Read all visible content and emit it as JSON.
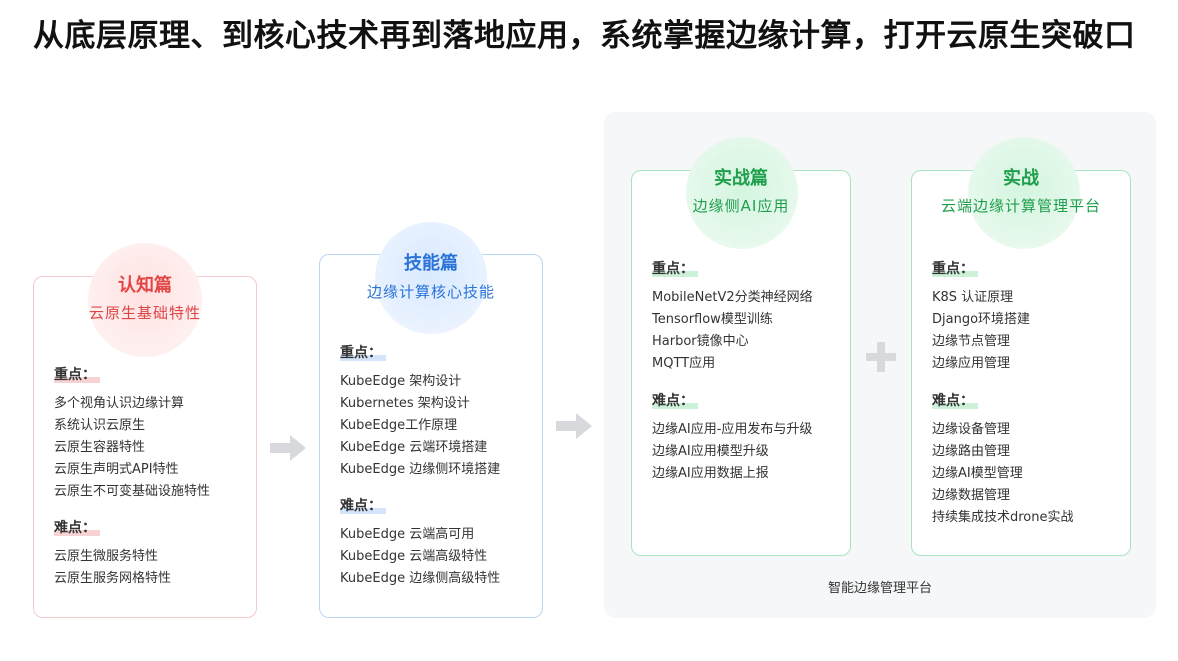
{
  "headline": "从底层原理、到核心技术再到落地应用，系统掌握边缘计算，打开云原生突破口",
  "platform_label": "智能边缘管理平台",
  "colors": {
    "red": "#e14545",
    "blue": "#2a73d9",
    "green": "#1f9e4c",
    "arrow": "#d7d9dc",
    "platform_bg": "#f6f7f9"
  },
  "cards": [
    {
      "title": "认知篇",
      "subtitle": "云原生基础特性",
      "focus_label": "重点：",
      "focus_items": [
        "多个视角认识边缘计算",
        "系统认识云原生",
        "云原生容器特性",
        "云原生声明式API特性",
        "云原生不可变基础设施特性"
      ],
      "hard_label": "难点：",
      "hard_items": [
        "云原生微服务特性",
        "云原生服务网格特性"
      ]
    },
    {
      "title": "技能篇",
      "subtitle": "边缘计算核心技能",
      "focus_label": "重点：",
      "focus_items": [
        "KubeEdge 架构设计",
        "Kubernetes 架构设计",
        "KubeEdge工作原理",
        "KubeEdge 云端环境搭建",
        "KubeEdge 边缘侧环境搭建"
      ],
      "hard_label": "难点：",
      "hard_items": [
        "KubeEdge 云端高可用",
        "KubeEdge 云端高级特性",
        "KubeEdge 边缘侧高级特性"
      ]
    },
    {
      "title": "实战篇",
      "subtitle": "边缘侧AI应用",
      "focus_label": "重点：",
      "focus_items": [
        "MobileNetV2分类神经网络",
        "Tensorflow模型训练",
        "Harbor镜像中心",
        "MQTT应用"
      ],
      "hard_label": "难点：",
      "hard_items": [
        "边缘AI应用-应用发布与升级",
        "边缘AI应用模型升级",
        "边缘AI应用数据上报"
      ]
    },
    {
      "title": "实战",
      "subtitle": "云端边缘计算管理平台",
      "focus_label": "重点：",
      "focus_items": [
        "K8S 认证原理",
        "Django环境搭建",
        "边缘节点管理",
        "边缘应用管理"
      ],
      "hard_label": "难点：",
      "hard_items": [
        "边缘设备管理",
        "边缘路由管理",
        "边缘AI模型管理",
        "边缘数据管理",
        "持续集成技术drone实战"
      ]
    }
  ],
  "icons": {
    "arrow": "arrow-right-icon",
    "plus": "plus-icon"
  }
}
